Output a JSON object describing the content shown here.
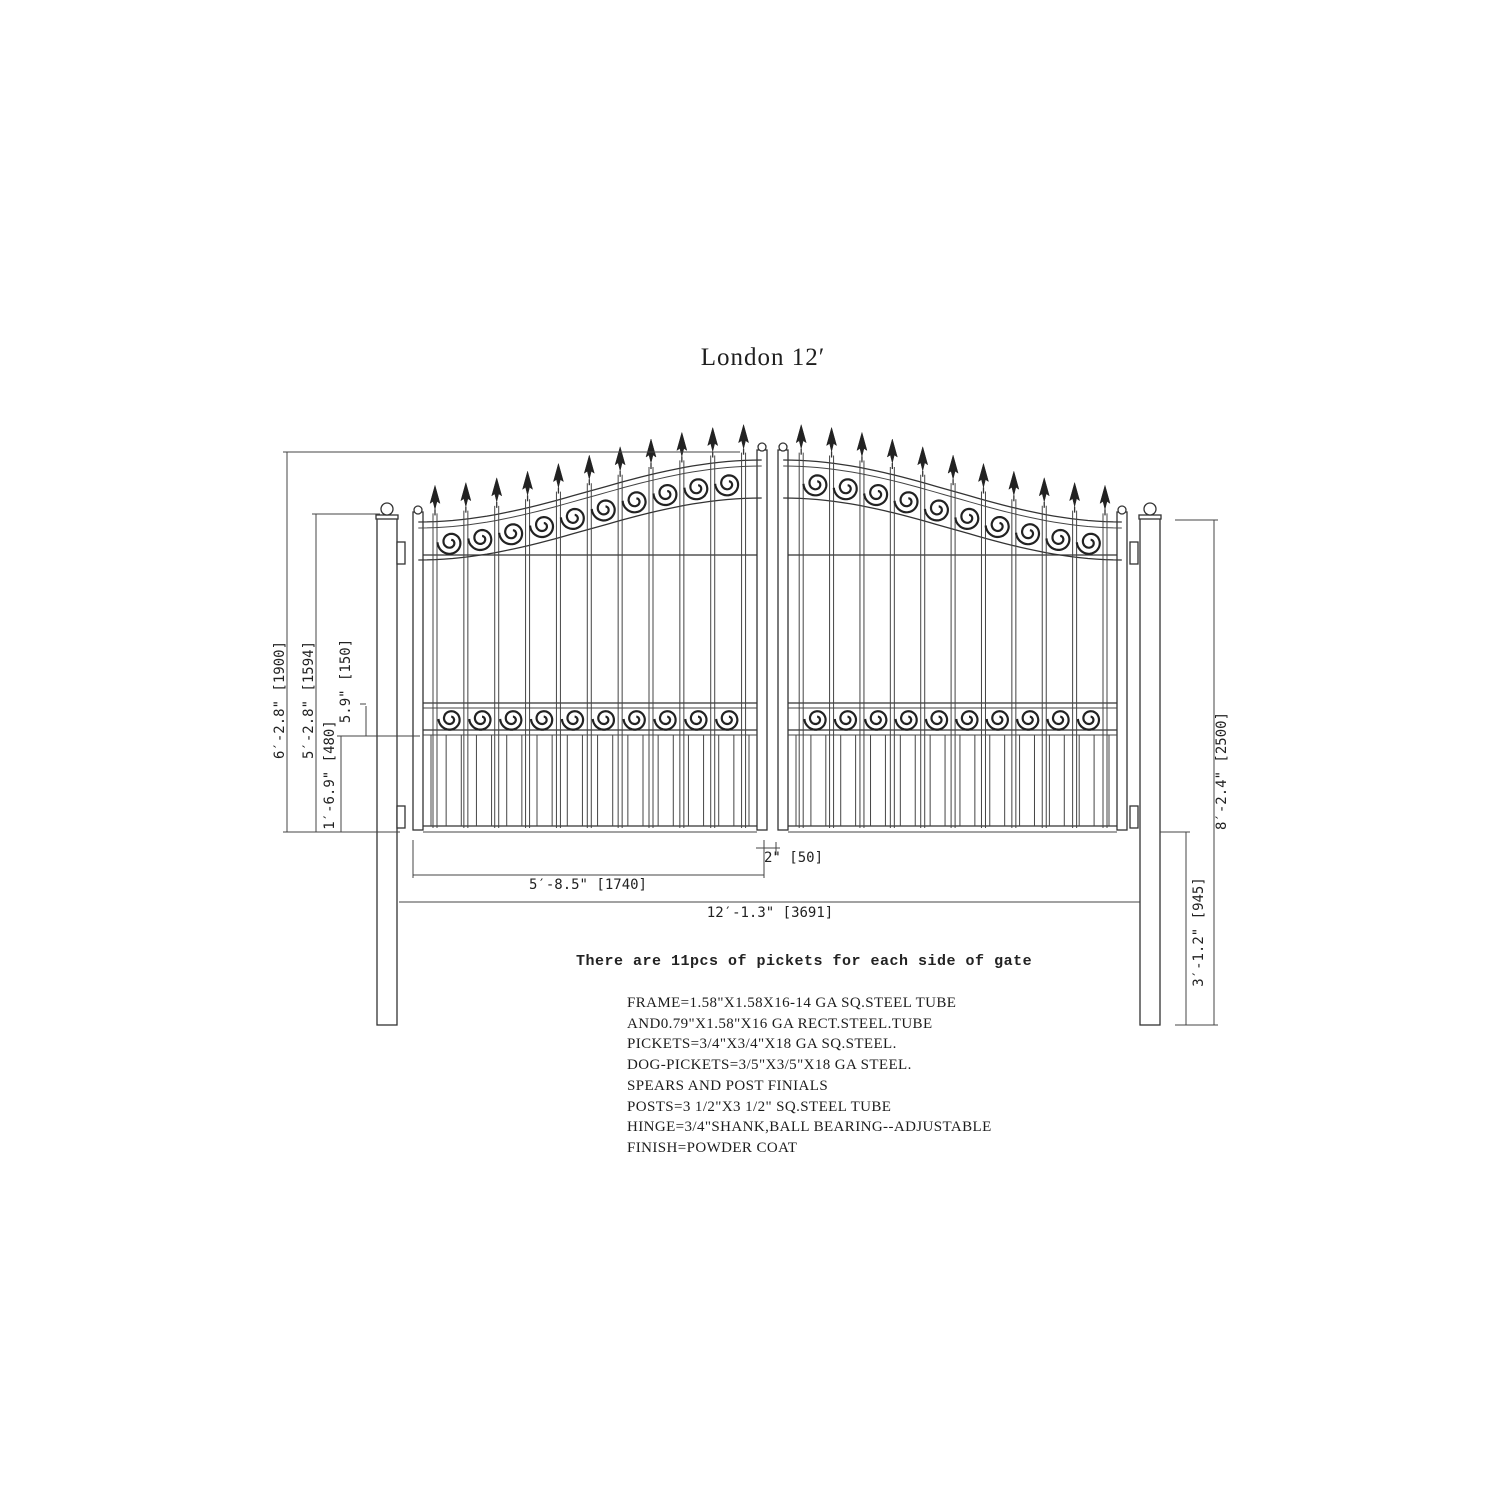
{
  "title": "London 12′",
  "dimensions": {
    "overall_height": "6′-2.8\" [1900]",
    "gate_height_at_post": "5′-2.8\" [1594]",
    "scroll_band": "5.9\" [150]",
    "lower_rail_height": "1′-6.9\" [480]",
    "post_height": "8′-2.4\" [2500]",
    "post_embed": "3′-1.2\" [945]",
    "leaf_width": "5′-8.5\" [1740]",
    "center_gap": "2\" [50]",
    "overall_width": "12′-1.3\" [3691]"
  },
  "note": "There are 11pcs of pickets for each side of gate",
  "specs": [
    "FRAME=1.58\"X1.58X16-14 GA SQ.STEEL TUBE",
    "AND0.79\"X1.58\"X16 GA RECT.STEEL.TUBE",
    "PICKETS=3/4\"X3/4\"X18 GA SQ.STEEL.",
    "DOG-PICKETS=3/5\"X3/5\"X18 GA STEEL.",
    "SPEARS AND POST FINIALS",
    "POSTS=3 1/2\"X3 1/2\" SQ.STEEL TUBE",
    "HINGE=3/4\"SHANK,BALL BEARING--ADJUSTABLE",
    "FINISH=POWDER COAT"
  ],
  "gate": {
    "pickets_per_side": 11,
    "scrolls_per_side": 10,
    "line_color": "#333333",
    "background": "#ffffff"
  }
}
